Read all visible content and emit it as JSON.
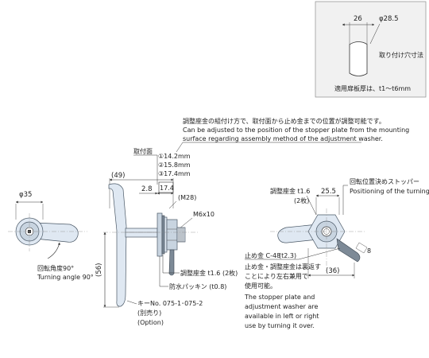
{
  "panel_cut": {
    "dim_width": "26",
    "dim_dia": "φ28.5",
    "label": "取り付け穴寸法",
    "thickness_note": "適用扉板厚は、t1～t6mm"
  },
  "top_note": {
    "jp": "調整座金の組付け方で、取付面から止め金までの位置が調整可能です。",
    "en_line1": "Can be adjusted to the position of the stopper plate from the mounting",
    "en_line2": "surface regarding assembly method of the adjustment washer."
  },
  "mount_face": {
    "label": "取付面",
    "opt1": "①14.2mm",
    "opt2": "②15.8mm",
    "opt3": "③17.4mm"
  },
  "front": {
    "dia": "φ35",
    "angle_jp": "回転角度90°",
    "angle_en": "Turning angle 90°"
  },
  "side": {
    "dim_49": "(49)",
    "dim_2_8": "2.8",
    "dim_17_4": "17.4",
    "thread_m28": "(M28)",
    "thread_m6": "M6x10",
    "dim_56": "(56)",
    "washer": "調整座金 t1.6 (2枚)",
    "packing": "防水パッキン (t0.8)",
    "key_line1": "キーNo. 075-1･075-2",
    "key_line2": "(別売り)",
    "key_line3": "(Option)"
  },
  "rear": {
    "stopper_jp": "回転位置決めストッパー",
    "stopper_en": "Positioning of the turning",
    "washer_label": "調整座金 t1.6",
    "washer_count": "(2枚)",
    "dim_25_5": "25.5",
    "dim_8": "8",
    "dim_36": "(36)",
    "stopper_plate": "止め金 C-48",
    "stopper_t": "(t2.3)",
    "note_jp1": "止め金・調整座金は裏返す",
    "note_jp2": "ことにより左右兼用で",
    "note_jp3": "使用可能。",
    "note_en1": "The stopper plate and",
    "note_en2": "adjustment washer are",
    "note_en3": "available in left or right",
    "note_en4": "use by turning it over."
  }
}
